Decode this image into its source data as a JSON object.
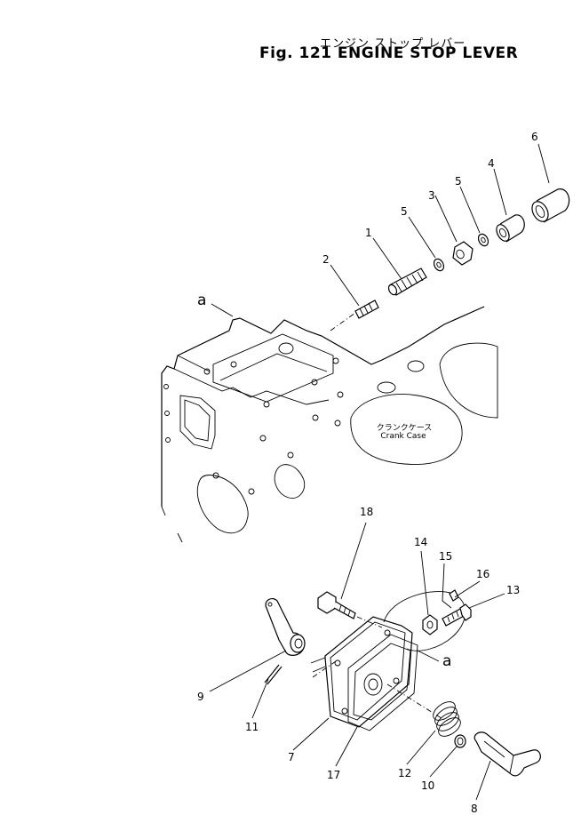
{
  "figure": {
    "title_jp": "エンジン ストップ レバー",
    "title_en": "Fig. 121  ENGINE  STOP  LEVER"
  },
  "crank_case": {
    "label_jp": "クランクケース",
    "label_en": "Crank Case"
  },
  "reference_marks": {
    "a1": "a",
    "a2": "a"
  },
  "callouts": {
    "c6": "6",
    "c4": "4",
    "c5a": "5",
    "c3": "3",
    "c5b": "5",
    "c1": "1",
    "c2": "2",
    "c18": "18",
    "c14": "14",
    "c15": "15",
    "c16": "16",
    "c13": "13",
    "c9": "9",
    "c11": "11",
    "c7": "7",
    "c17": "17",
    "c12": "12",
    "c10": "10",
    "c8": "8"
  }
}
